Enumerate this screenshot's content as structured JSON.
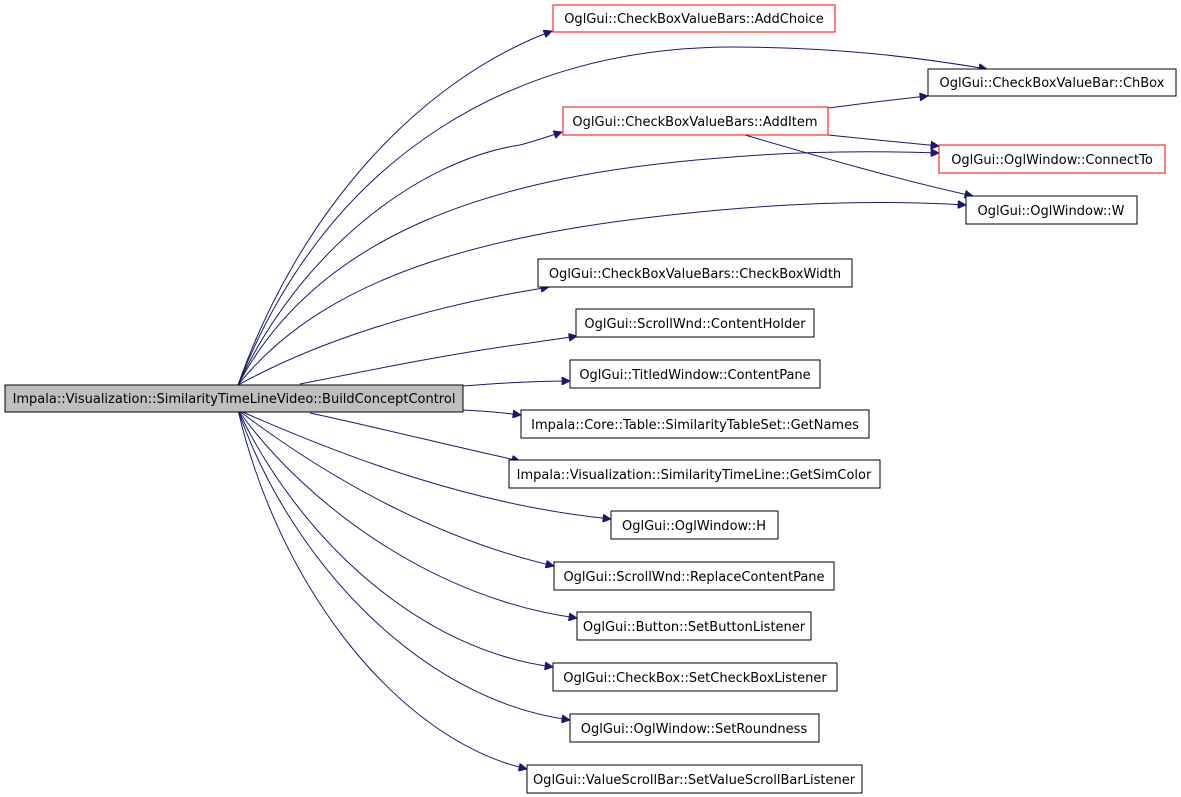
{
  "colors": {
    "edge": "#191970",
    "root_fill": "#bfbfbf",
    "node_border": "#000000",
    "red_border": "#ff0000"
  },
  "root": {
    "label": "Impala::Visualization::SimilarityTimeLineVideo::BuildConceptControl"
  },
  "nodes": [
    {
      "label": "OglGui::CheckBoxValueBars::AddChoice",
      "border": "red"
    },
    {
      "label": "OglGui::CheckBoxValueBar::ChBox",
      "border": "black"
    },
    {
      "label": "OglGui::CheckBoxValueBars::AddItem",
      "border": "red"
    },
    {
      "label": "OglGui::OglWindow::ConnectTo",
      "border": "red"
    },
    {
      "label": "OglGui::OglWindow::W",
      "border": "black"
    },
    {
      "label": "OglGui::CheckBoxValueBars::CheckBoxWidth",
      "border": "black"
    },
    {
      "label": "OglGui::ScrollWnd::ContentHolder",
      "border": "black"
    },
    {
      "label": "OglGui::TitledWindow::ContentPane",
      "border": "black"
    },
    {
      "label": "Impala::Core::Table::SimilarityTableSet::GetNames",
      "border": "black"
    },
    {
      "label": "Impala::Visualization::SimilarityTimeLine::GetSimColor",
      "border": "black"
    },
    {
      "label": "OglGui::OglWindow::H",
      "border": "black"
    },
    {
      "label": "OglGui::ScrollWnd::ReplaceContentPane",
      "border": "black"
    },
    {
      "label": "OglGui::Button::SetButtonListener",
      "border": "black"
    },
    {
      "label": "OglGui::CheckBox::SetCheckBoxListener",
      "border": "black"
    },
    {
      "label": "OglGui::OglWindow::SetRoundness",
      "border": "black"
    },
    {
      "label": "OglGui::ValueScrollBar::SetValueScrollBarListener",
      "border": "black"
    }
  ]
}
